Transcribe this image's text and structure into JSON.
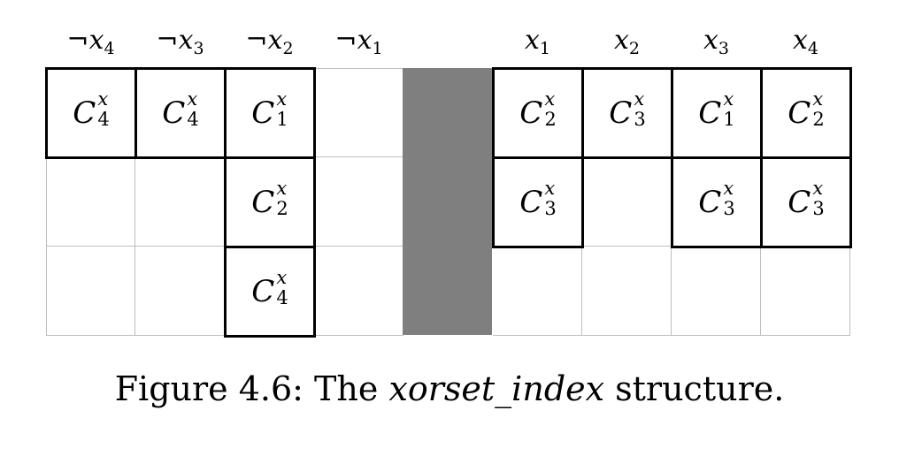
{
  "headers": {
    "left": [
      {
        "neg": "¬",
        "var": "x",
        "sub": "4"
      },
      {
        "neg": "¬",
        "var": "x",
        "sub": "3"
      },
      {
        "neg": "¬",
        "var": "x",
        "sub": "2"
      },
      {
        "neg": "¬",
        "var": "x",
        "sub": "1"
      }
    ],
    "right": [
      {
        "neg": "",
        "var": "x",
        "sub": "1"
      },
      {
        "neg": "",
        "var": "x",
        "sub": "2"
      },
      {
        "neg": "",
        "var": "x",
        "sub": "3"
      },
      {
        "neg": "",
        "var": "x",
        "sub": "4"
      }
    ]
  },
  "cells": {
    "left": [
      [
        "4",
        "",
        ""
      ],
      [
        "4",
        "",
        ""
      ],
      [
        "1",
        "2",
        "4"
      ],
      [
        "",
        "",
        ""
      ]
    ],
    "right": [
      [
        "2",
        "3",
        ""
      ],
      [
        "3",
        "",
        ""
      ],
      [
        "1",
        "3",
        ""
      ],
      [
        "2",
        "3",
        ""
      ]
    ],
    "symbol": "C",
    "superscript": "x"
  },
  "caption": {
    "prefix": "Figure 4.6: The ",
    "italic": "xorset_index",
    "suffix": " structure."
  }
}
